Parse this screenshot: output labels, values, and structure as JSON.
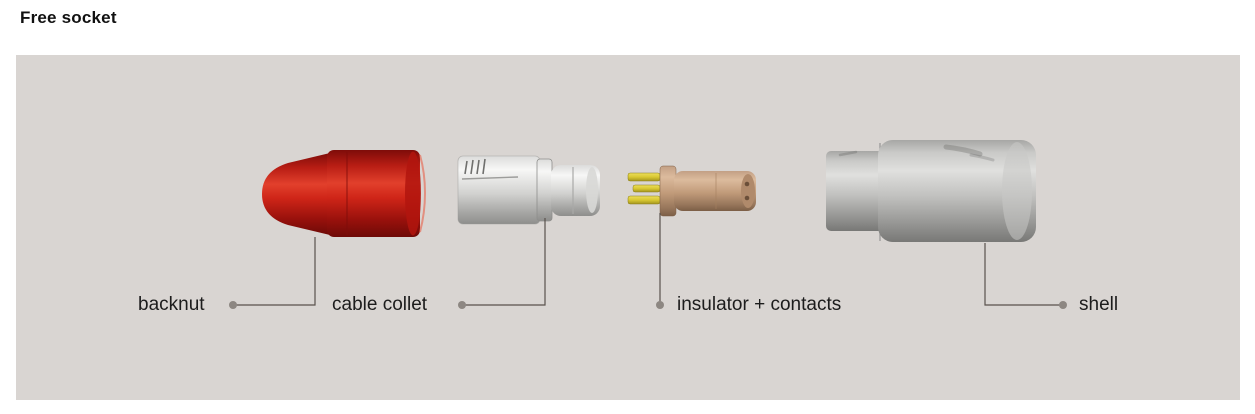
{
  "title": "Free socket",
  "panel": {
    "background": "#d9d5d2"
  },
  "labels": [
    {
      "id": "backnut",
      "text": "backnut"
    },
    {
      "id": "cable-collet",
      "text": "cable collet"
    },
    {
      "id": "insulator-contacts",
      "text": "insulator + contacts"
    },
    {
      "id": "shell",
      "text": "shell"
    }
  ],
  "parts": [
    {
      "name": "backnut",
      "color": "#c8201a"
    },
    {
      "name": "cable collet",
      "color": "#e3e3e1"
    },
    {
      "name": "insulator + contacts",
      "color": "#c7a183",
      "contacts_color": "#ddc937"
    },
    {
      "name": "shell",
      "color": "#b5b5b3"
    }
  ],
  "leader": {
    "line_color": "#5a524d",
    "dot_color": "#8d8782"
  }
}
